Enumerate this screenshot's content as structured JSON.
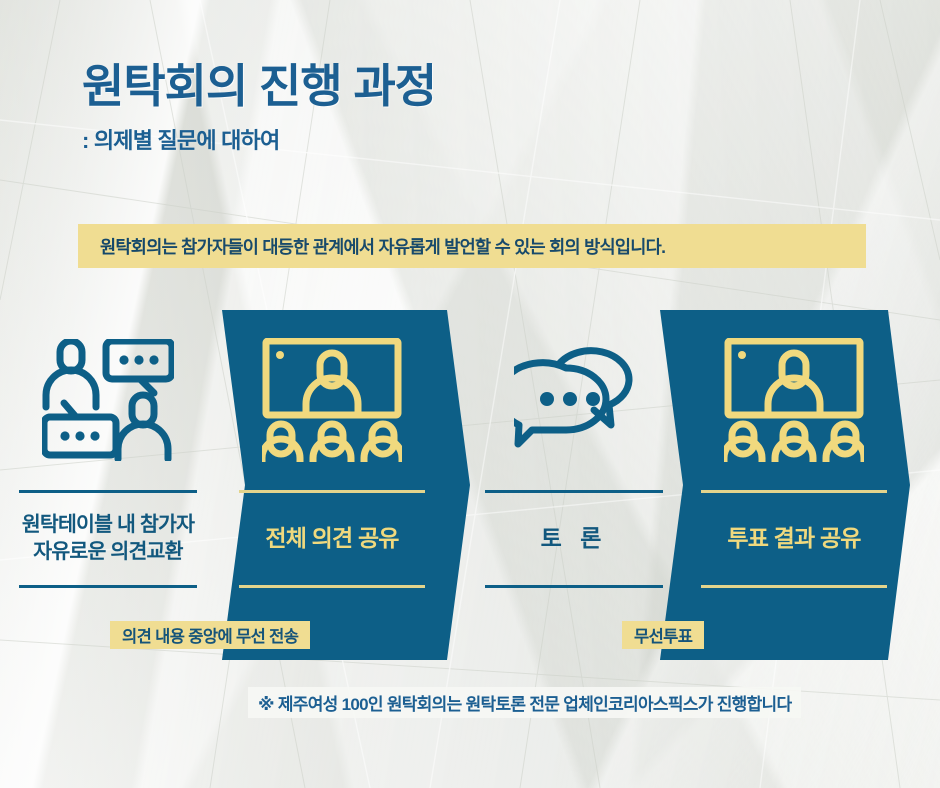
{
  "header": {
    "title": "원탁회의 진행 과정",
    "subtitle": ": 의제별 질문에 대하여"
  },
  "definition": {
    "keyword": "원탁회의",
    "text": "는 참가자들이 대등한 관계에서 자유롭게 발언할 수 있는 회의 방식입니다."
  },
  "steps": [
    {
      "label": "원탁테이블 내 참가자\n자유로운 의견교환",
      "icon": "two-people-speech-bubbles-icon",
      "style": "light-panel"
    },
    {
      "label": "전체 의견 공유",
      "icon": "presentation-audience-icon",
      "style": "blue-chevron"
    },
    {
      "label": "토 론",
      "icon": "two-speech-bubbles-icon",
      "style": "light-panel"
    },
    {
      "label": "투표 결과 공유",
      "icon": "presentation-audience-icon",
      "style": "blue-chevron"
    }
  ],
  "tags": {
    "transmit": "의견 내용 중앙에 무선 전송",
    "vote": "무선투표"
  },
  "footer": {
    "prefix": "※ 제주여성 100인 원탁회의는 원탁토론 전문 업체인 ",
    "company": "코리아스픽스",
    "suffix": "가 진행합니다"
  },
  "colors": {
    "brand_blue": "#0d5f87",
    "title_blue": "#1c5f92",
    "accent_yellow": "#f0dd92",
    "icon_yellow": "#f0d97e",
    "background": "#edeeea"
  }
}
